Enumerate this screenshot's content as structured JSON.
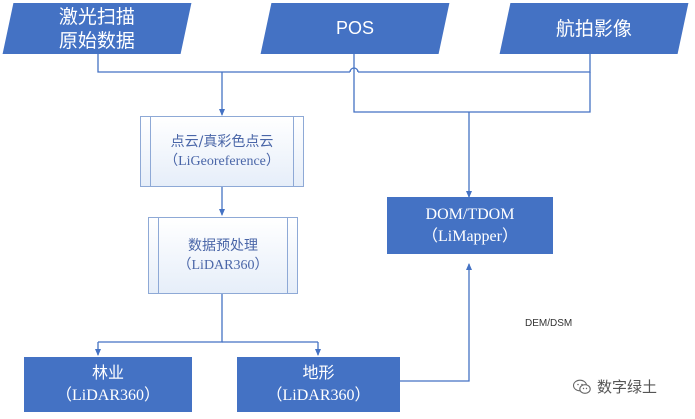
{
  "inputs": {
    "laser_line1": "激光扫描",
    "laser_line2": "原始数据",
    "pos": "POS",
    "aerial": "航拍影像"
  },
  "process": {
    "georef_line1": "点云/真彩色点云",
    "georef_line2": "（LiGeoreference）",
    "preprocess_line1": "数据预处理",
    "preprocess_line2": "（LiDAR360）"
  },
  "outputs": {
    "dom_line1": "DOM/TDOM",
    "dom_line2": "（LiMapper）",
    "forest_line1": "林业",
    "forest_line2": "（LiDAR360）",
    "terrain_line1": "地形",
    "terrain_line2": "（LiDAR360）"
  },
  "note": "DEM/DSM",
  "watermark": {
    "text": "数字绿土",
    "icon": "wechat-icon"
  },
  "colors": {
    "accent": "#4472c4",
    "process_border": "#8ea9d6",
    "line": "#4472c4"
  }
}
